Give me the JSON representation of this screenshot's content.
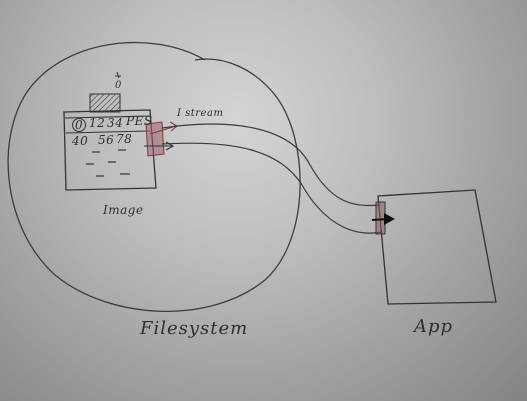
{
  "diagram": {
    "labels": {
      "image": "Image",
      "filesystem": "Filesystem",
      "app": "App",
      "stream": "I stream",
      "offset_zero": "0",
      "row1_marker": "0",
      "row1_a": "12",
      "row1_b": "34",
      "row1_c": "PES",
      "row2_a": "40",
      "row2_b": "56",
      "row2_c": "78"
    },
    "colors": {
      "ink": "#2e2e2e",
      "highlight": "#a0606a",
      "board": "#bdbdbd"
    },
    "icons": {
      "arrow": "arrow-right-icon",
      "hatch": "hatched-block"
    }
  }
}
